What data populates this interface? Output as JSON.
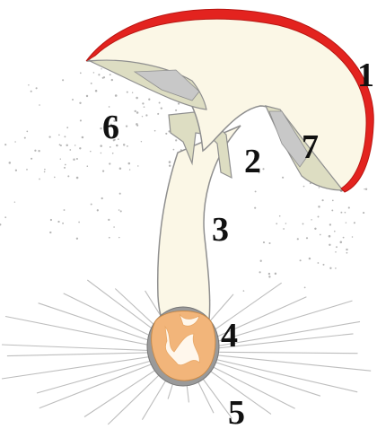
{
  "labels": {
    "cap": "1",
    "ring": "2",
    "stem": "3",
    "volva": "4",
    "mycelium": "5",
    "spores": "6",
    "gills": "7"
  },
  "colors": {
    "cap_skin": "#e3231f",
    "flesh": "#fbf7e6",
    "gills": "#ddddc2",
    "gill_shadow": "#c8c8c8",
    "volva": "#f2b57a",
    "volva_highlight": "#fff7ec",
    "volva_rim": "#9a9a9a",
    "outline": "#8f8f8f",
    "mycelium": "#bdbdbd",
    "spores": "#b5b5b5",
    "label": "#111111"
  }
}
